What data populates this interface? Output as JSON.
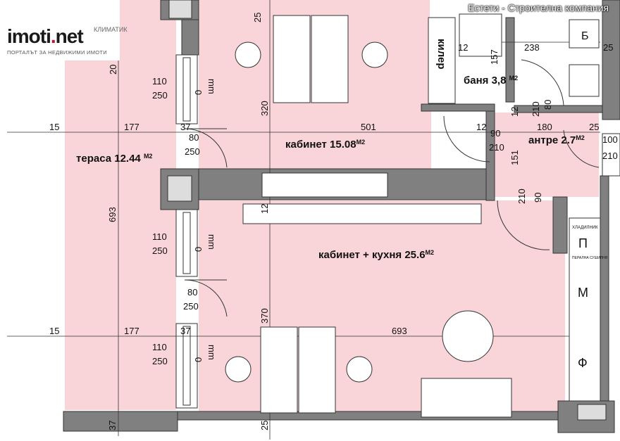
{
  "header": {
    "company": "Естети - Строителна компания",
    "logo": {
      "name": "imoti",
      "dot": ".",
      "tld": "net",
      "tagline": "ПОРТАЛЪТ ЗА НЕДВИЖИМИ ИМОТИ"
    }
  },
  "rooms": {
    "terrace": {
      "name": "тераса 12.44",
      "unit": "М2"
    },
    "office": {
      "name": "кабинет 15.08",
      "unit": "М2"
    },
    "office_kitchen": {
      "name": "кабинет + кухня 25.6",
      "unit": "М2"
    },
    "bath": {
      "name": "баня 3,8",
      "unit": "М2"
    },
    "hall": {
      "name": "антре 2.7",
      "unit": "М2"
    },
    "closet": {
      "name": "килер"
    }
  },
  "labels": {
    "klimatik": "КЛИМАТИК",
    "fridge": "ХЛАДИЛНИК",
    "washer": "ПЕРАЛНА СУШИЛНЯ",
    "boiler": "Б",
    "dishwasher": "П",
    "mwave": "М",
    "oven": "Ф"
  },
  "dims": {
    "top25": "25",
    "d20": "20",
    "d320": "320",
    "d12a": "12",
    "d157": "157",
    "d238": "238",
    "d25r": "25",
    "w110a": "110",
    "h250a": "250",
    "mm": "mm",
    "zero": "0",
    "d15a": "15",
    "d177a": "177",
    "d37a": "37",
    "d80a": "80",
    "h250b": "250",
    "d501": "501",
    "d12b": "12",
    "d90a": "90",
    "d210a": "210",
    "d180": "180",
    "d25b": "25",
    "d100": "100",
    "d210b": "210",
    "d12c": "12",
    "d210c": "210",
    "d80b": "80",
    "d151": "151",
    "d210d": "210",
    "d90b": "90",
    "d693v": "693",
    "d12d": "12",
    "w110b": "110",
    "h250c": "250",
    "d80c": "80",
    "h250d": "250",
    "d370": "370",
    "d15b": "15",
    "d177b": "177",
    "d37b": "37",
    "d693h": "693",
    "w110c": "110",
    "h250e": "250",
    "d37c": "37",
    "d25c": "25"
  },
  "colors": {
    "room_fill": "#f9d4d8",
    "wall": "#808080",
    "line": "#1a1a1a"
  }
}
